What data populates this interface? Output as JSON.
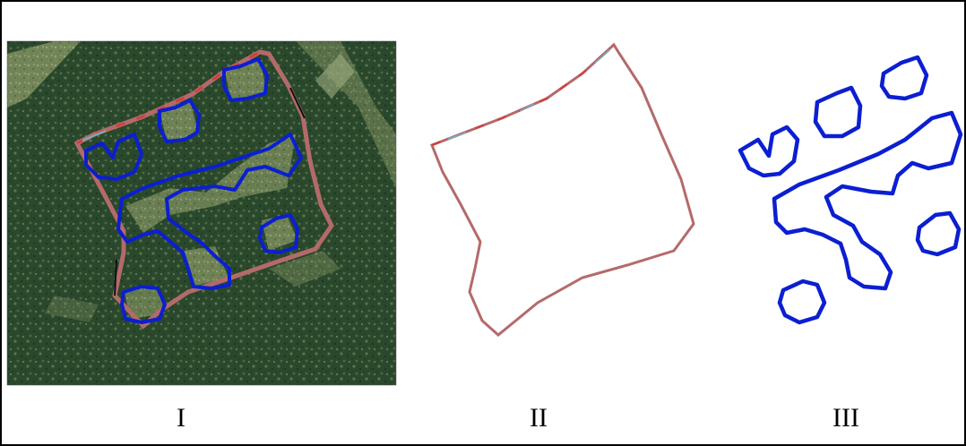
{
  "figure": {
    "panels": [
      {
        "id": "I",
        "label": "I",
        "content": "aerial-photo-with-stand-boundary-and-gaps"
      },
      {
        "id": "II",
        "label": "II",
        "content": "stand-boundary-only"
      },
      {
        "id": "III",
        "label": "III",
        "content": "canopy-gaps-only"
      }
    ],
    "colors": {
      "boundary": "#b46a6a",
      "boundary_dash": "#d63b3b",
      "boundary_dash_alt": "#7fa6b6",
      "gaps": "#0b1fd1",
      "forest_dark": "#2b4a2c",
      "forest_mid": "#3d5e38",
      "clearing": "#8f9c6a",
      "border": "#000000"
    }
  }
}
